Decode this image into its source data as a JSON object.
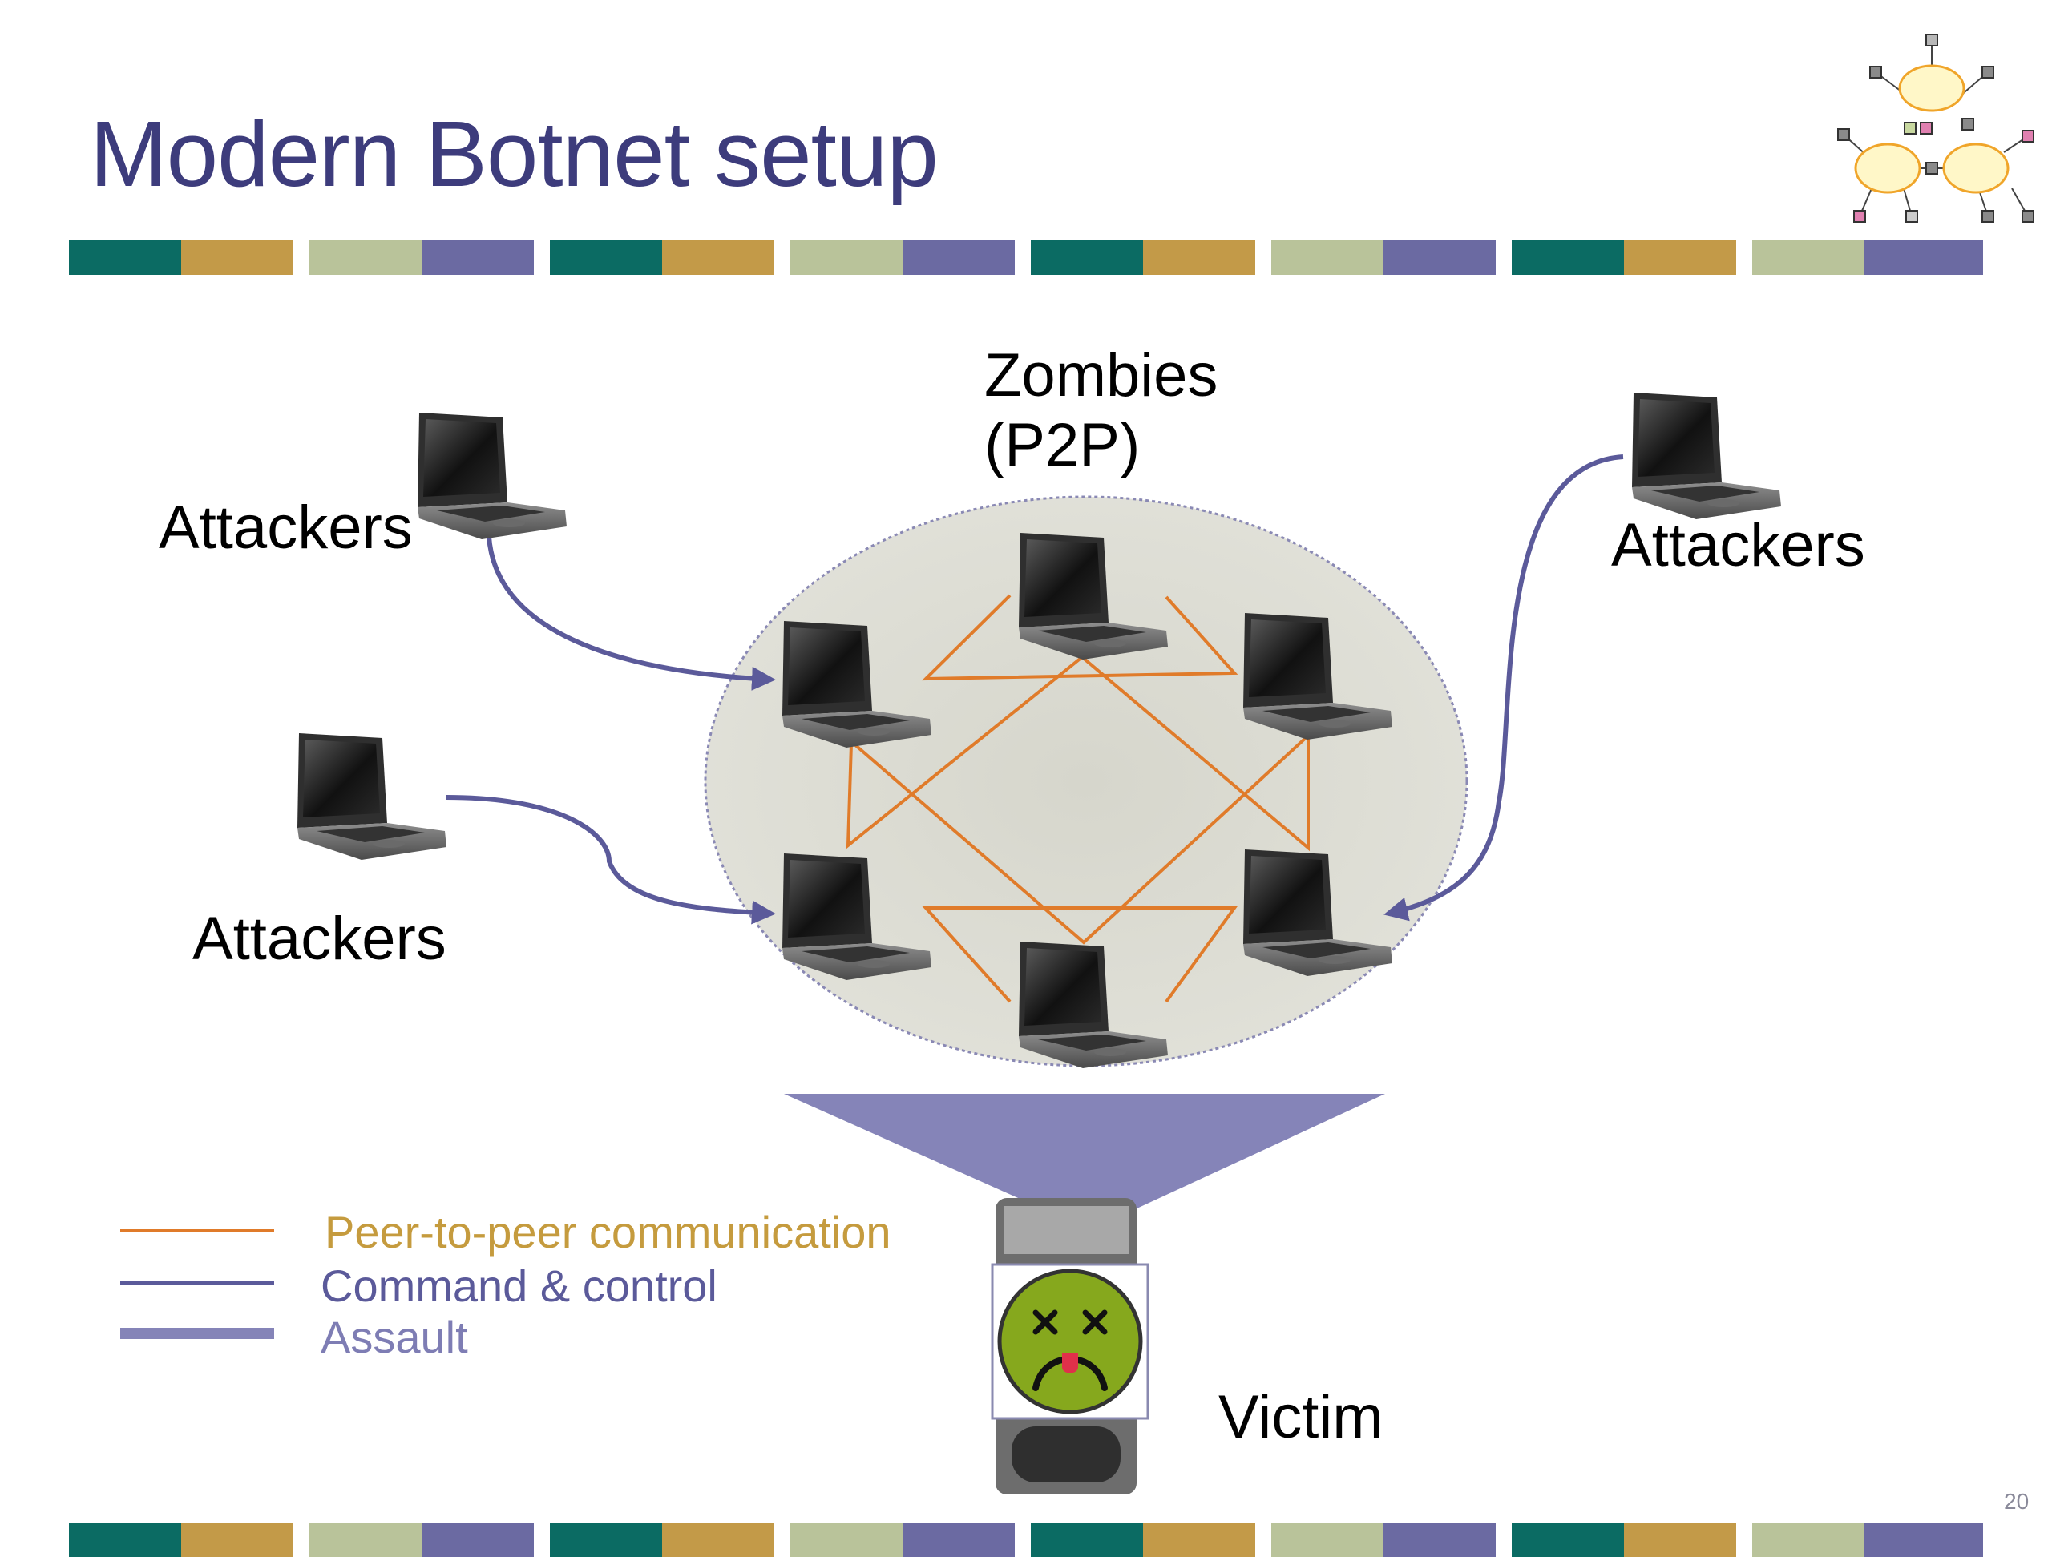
{
  "slide": {
    "title": "Modern Botnet setup",
    "page_number": "20"
  },
  "labels": {
    "zombies_line1": "Zombies",
    "zombies_line2": "(P2P)",
    "attackers_top_left": "Attackers",
    "attackers_left": "Attackers",
    "attackers_right": "Attackers",
    "victim": "Victim"
  },
  "legend": {
    "items": [
      {
        "label": "Peer-to-peer communication",
        "color": "#e07b2a",
        "text_color": "#c59b3e",
        "style": "thin"
      },
      {
        "label": "Command & control",
        "color": "#5b5a9a",
        "text_color": "#5b5a9a",
        "style": "medium"
      },
      {
        "label": "Assault",
        "color": "#8584b8",
        "text_color": "#7e7db4",
        "style": "thick"
      }
    ]
  },
  "colors": {
    "teal": "#0b6b63",
    "gold": "#c39a48",
    "sage": "#b9c39a",
    "lavender": "#6b6aa2",
    "title": "#3d3c7c",
    "p2p_line": "#e07b2a",
    "c2_line": "#5b5a9a",
    "assault": "#8584b8",
    "cluster_fill": "#dcdcd3",
    "victim_face": "#86a81d"
  },
  "icons": {
    "laptop": "laptop-icon",
    "victim": "sad-face-server-icon",
    "logo": "network-logo-icon"
  }
}
